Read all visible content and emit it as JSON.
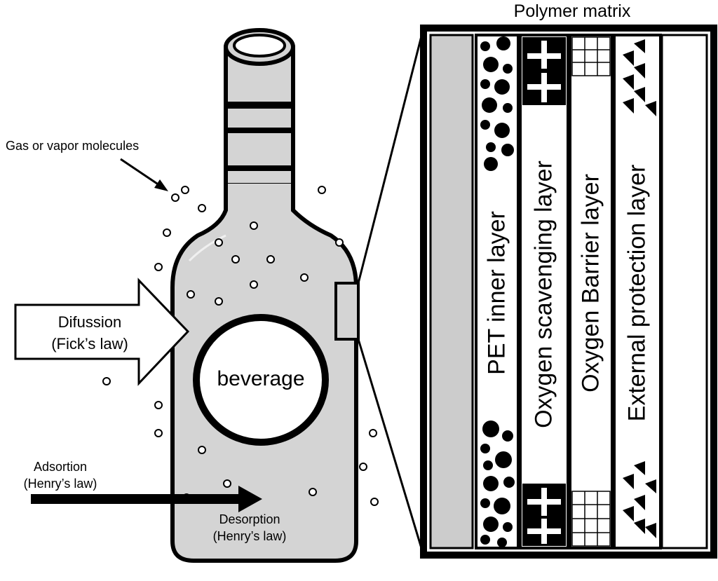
{
  "labels": {
    "polymer_matrix": "Polymer matrix",
    "gas_molecules": "Gas or vapor molecules",
    "diffusion": "Difussion",
    "diffusion_law": "(Fick’s law)",
    "beverage": "beverage",
    "adsorption": "Adsortion",
    "adsorption_law": "(Henry’s law)",
    "desorption": "Desorption",
    "desorption_law": "(Henry’s law)"
  },
  "layers": [
    {
      "label": "PET inner layer",
      "pattern": "circles"
    },
    {
      "label": "Oxygen  scavenging layer",
      "pattern": "crosses"
    },
    {
      "label": "Oxygen  Barrier layer",
      "pattern": "grid"
    },
    {
      "label": "External protection layer",
      "pattern": "triangles"
    }
  ],
  "colors": {
    "bottle_fill": "#d4d4d4",
    "outline": "#000000",
    "layer_gray": "#cccccc",
    "background": "#ffffff"
  }
}
